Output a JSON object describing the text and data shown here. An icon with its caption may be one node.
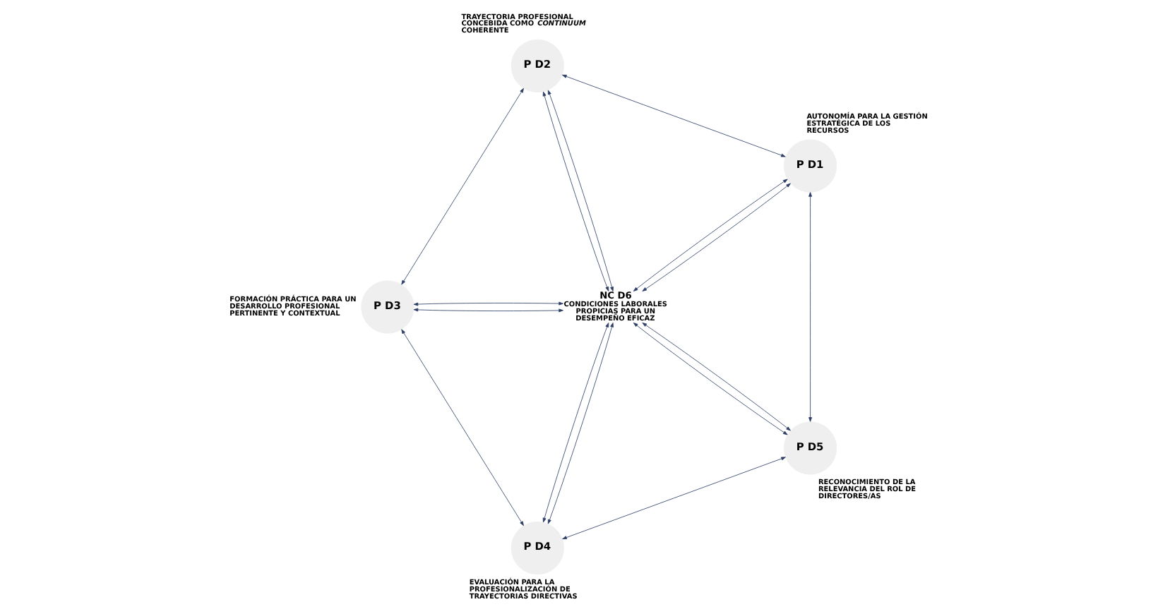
{
  "diagram": {
    "nodes": [
      {
        "text": [
          "P D1"
        ],
        "beside": [
          "AUTONOMÍA PARA LA GESTIÓN ESTRATÉGICA DE LOS RECURSOS"
        ]
      },
      {
        "text": [
          "P D2"
        ],
        "beside": [
          "TRAYECTORIA PROFESIONAL CONCEBIDA COMO *CONTINUUM* COHERENTE"
        ]
      },
      {
        "text": [
          "P D3"
        ],
        "beside": [
          "FORMACIÓN PRÁCTICA PARA UN DESARROLLO PROFESIONAL PERTINENTE Y CONTEXTUAL"
        ]
      },
      {
        "text": [
          "P D4"
        ],
        "beside": [
          "EVALUACIÓN PARA LA PROFESIONALIZACIÓN DE TRAYECTORIAS DIRECTIVAS"
        ]
      },
      {
        "text": [
          "P D5"
        ],
        "beside": [
          "RECONOCIMIENTO DE LA RELEVANCIA DEL ROL DE DIRECTORES/AS"
        ]
      },
      {
        "text": [
          "NC D6",
          "CONDICIONES LABORALES PROPICIAS PARA UN DESEMPEÑO EFICAZ"
        ]
      }
    ],
    "edges": [
      {
        "from": 0,
        "to": 1,
        "arrow": "both"
      },
      {
        "from": 1,
        "to": 2,
        "arrow": "both"
      },
      {
        "from": 2,
        "to": 3,
        "arrow": "both"
      },
      {
        "from": 3,
        "to": 4,
        "arrow": "both"
      },
      {
        "from": 4,
        "to": 0,
        "arrow": "both"
      },
      {
        "from": 0,
        "to": 5,
        "arrow": "both"
      },
      {
        "from": 0,
        "to": 5,
        "arrow": "both"
      },
      {
        "from": 1,
        "to": 5,
        "arrow": "both"
      },
      {
        "from": 1,
        "to": 5,
        "arrow": "both"
      },
      {
        "from": 2,
        "to": 5,
        "arrow": "both"
      },
      {
        "from": 2,
        "to": 5,
        "arrow": "both"
      },
      {
        "from": 3,
        "to": 5,
        "arrow": "both"
      },
      {
        "from": 3,
        "to": 5,
        "arrow": "both"
      },
      {
        "from": 4,
        "to": 5,
        "arrow": "both"
      },
      {
        "from": 4,
        "to": 5,
        "arrow": "both"
      }
    ]
  }
}
